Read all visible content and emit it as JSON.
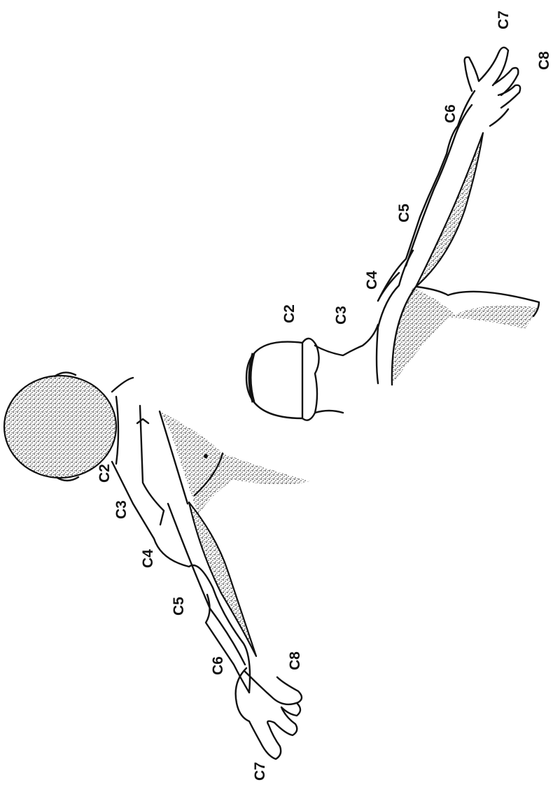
{
  "figure": {
    "front_view": {
      "labels": {
        "c2": "C2",
        "c3": "C3",
        "c4": "C4",
        "c5": "C5",
        "c6": "C6",
        "c7": "C7",
        "c8": "C8"
      }
    },
    "back_view": {
      "labels": {
        "c2": "C2",
        "c3": "C3",
        "c4": "C4",
        "c5": "C5",
        "c6": "C6",
        "c7": "C7",
        "c8": "C8"
      }
    },
    "shading_color": "#333333",
    "line_color": "#111111"
  }
}
